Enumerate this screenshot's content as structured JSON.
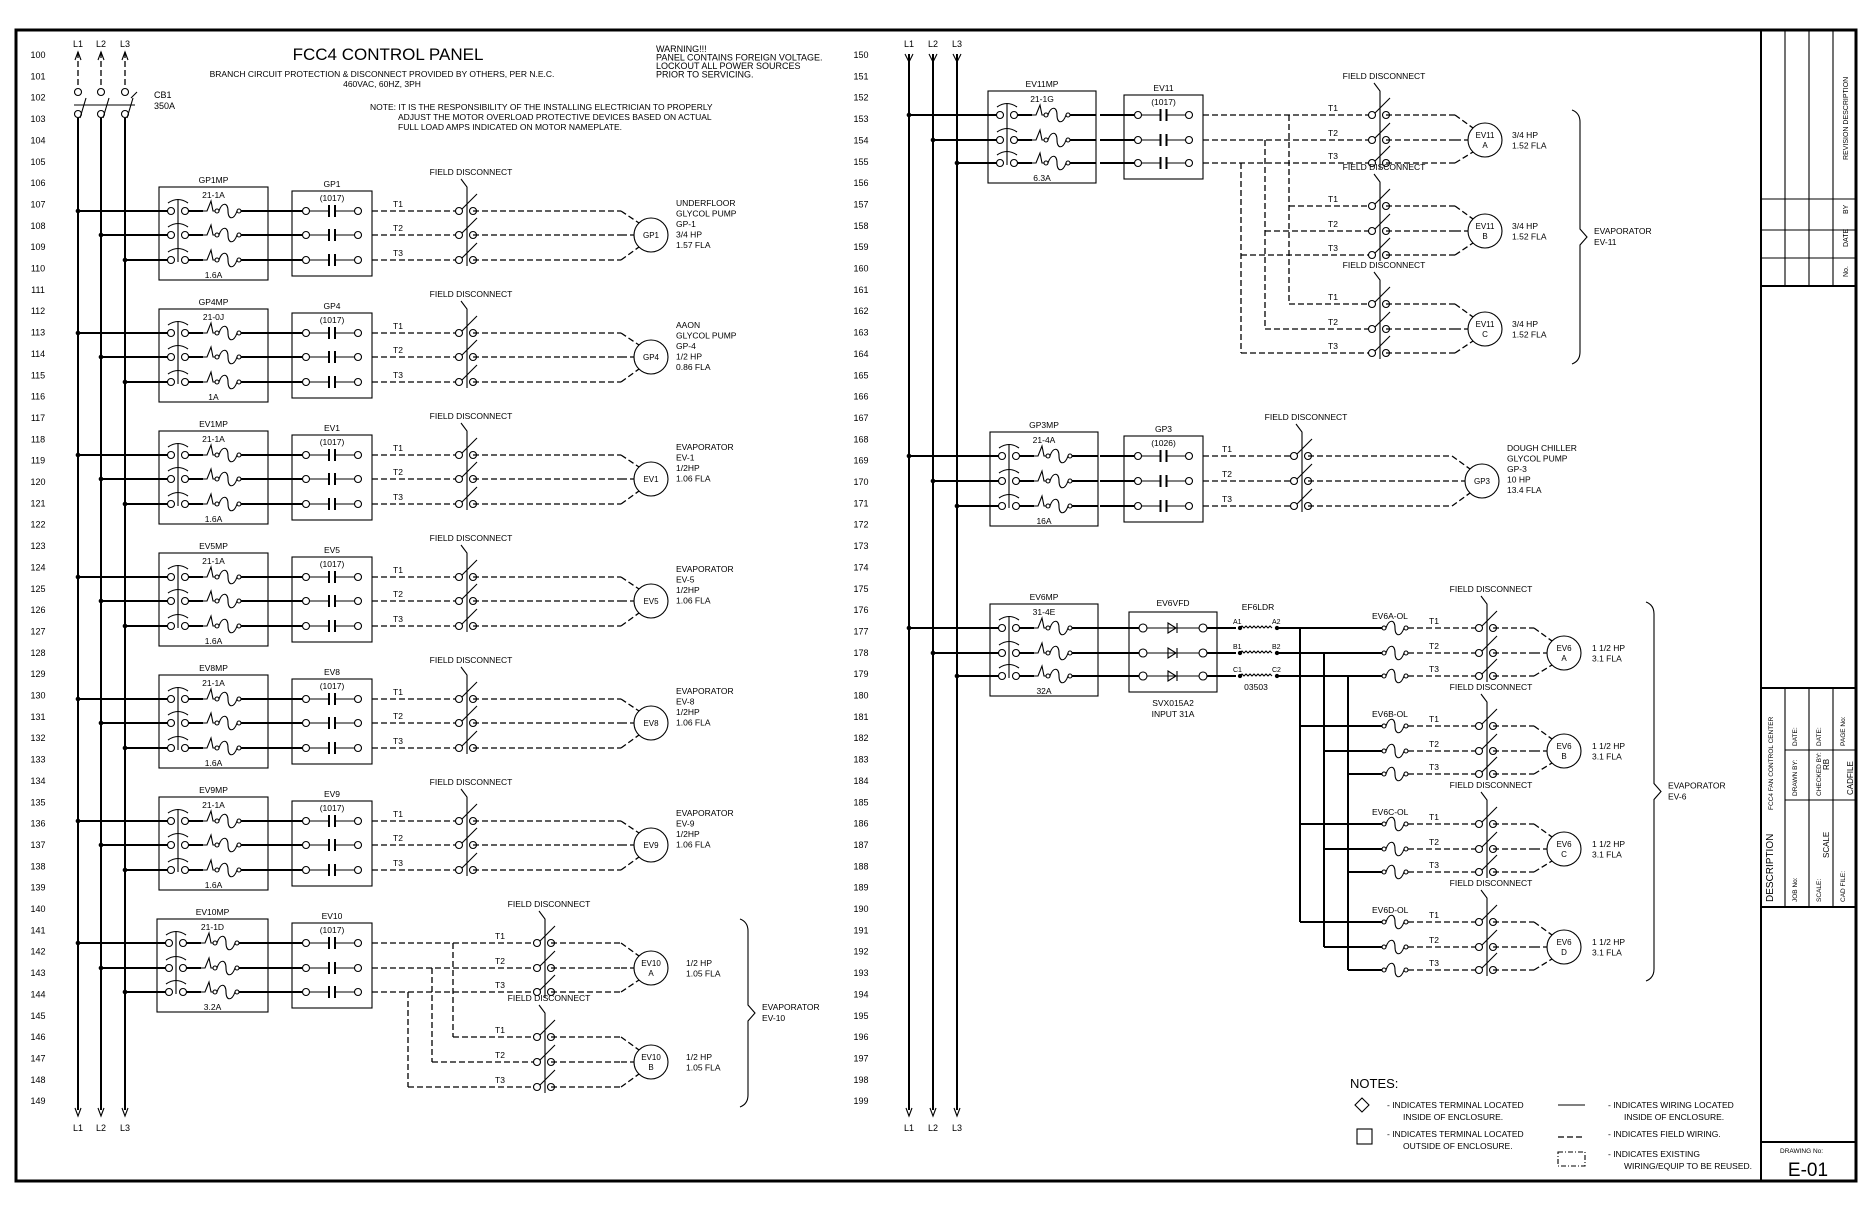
{
  "title": "FCC4 CONTROL PANEL",
  "subtitle": [
    "BRANCH CIRCUIT PROTECTION & DISCONNECT PROVIDED BY OTHERS, PER N.E.C.",
    "460VAC, 60HZ, 3PH"
  ],
  "warning": [
    "WARNING!!!",
    "PANEL CONTAINS FOREIGN VOLTAGE.",
    "LOCKOUT ALL POWER SOURCES",
    "PRIOR TO SERVICING."
  ],
  "note": [
    "NOTE: IT IS THE RESPONSIBILITY OF THE INSTALLING ELECTRICIAN TO PROPERLY",
    "ADJUST THE MOTOR OVERLOAD PROTECTIVE DEVICES BASED ON ACTUAL",
    "FULL LOAD AMPS INDICATED ON MOTOR NAMEPLATE."
  ],
  "rails": {
    "labels": [
      "L1",
      "L2",
      "L3"
    ],
    "breaker": {
      "id": "CB1",
      "rating": "350A"
    }
  },
  "rung_numbers": {
    "left_start": 100,
    "left_end": 149,
    "right_start": 150,
    "right_end": 199
  },
  "field_disconnect_label": "FIELD DISCONNECT",
  "terminal_labels": [
    "T1",
    "T2",
    "T3"
  ],
  "left_circuits": [
    {
      "mp": {
        "id": "GP1MP",
        "frame": "21-1A",
        "trip": "1.6A"
      },
      "contactor": {
        "id": "GP1",
        "size": "(1017)"
      },
      "motor": "GP1",
      "description": [
        "UNDERFLOOR",
        "GLYCOL PUMP",
        "GP-1",
        "3/4 HP",
        "1.57 FLA"
      ]
    },
    {
      "mp": {
        "id": "GP4MP",
        "frame": "21-0J",
        "trip": "1A"
      },
      "contactor": {
        "id": "GP4",
        "size": "(1017)"
      },
      "motor": "GP4",
      "description": [
        "AAON",
        "GLYCOL PUMP",
        "GP-4",
        "1/2 HP",
        "0.86 FLA"
      ]
    },
    {
      "mp": {
        "id": "EV1MP",
        "frame": "21-1A",
        "trip": "1.6A"
      },
      "contactor": {
        "id": "EV1",
        "size": "(1017)"
      },
      "motor": "EV1",
      "description": [
        "EVAPORATOR",
        "EV-1",
        "1/2HP",
        "1.06 FLA"
      ]
    },
    {
      "mp": {
        "id": "EV5MP",
        "frame": "21-1A",
        "trip": "1.6A"
      },
      "contactor": {
        "id": "EV5",
        "size": "(1017)"
      },
      "motor": "EV5",
      "description": [
        "EVAPORATOR",
        "EV-5",
        "1/2HP",
        "1.06 FLA"
      ]
    },
    {
      "mp": {
        "id": "EV8MP",
        "frame": "21-1A",
        "trip": "1.6A"
      },
      "contactor": {
        "id": "EV8",
        "size": "(1017)"
      },
      "motor": "EV8",
      "description": [
        "EVAPORATOR",
        "EV-8",
        "1/2HP",
        "1.06 FLA"
      ]
    },
    {
      "mp": {
        "id": "EV9MP",
        "frame": "21-1A",
        "trip": "1.6A"
      },
      "contactor": {
        "id": "EV9",
        "size": "(1017)"
      },
      "motor": "EV9",
      "description": [
        "EVAPORATOR",
        "EV-9",
        "1/2HP",
        "1.06 FLA"
      ]
    }
  ],
  "ev10": {
    "mp": {
      "id": "EV10MP",
      "frame": "21-1D",
      "trip": "3.2A"
    },
    "contactor": {
      "id": "EV10",
      "size": "(1017)"
    },
    "motors": [
      {
        "id": "EV10",
        "sub": "A",
        "specs": [
          "1/2  HP",
          "1.05  FLA"
        ]
      },
      {
        "id": "EV10",
        "sub": "B",
        "specs": [
          "1/2 HP",
          "1.05  FLA"
        ]
      }
    ],
    "group": [
      "EVAPORATOR",
      "EV-10"
    ]
  },
  "ev11": {
    "mp": {
      "id": "EV11MP",
      "frame": "21-1G",
      "trip": "6.3A"
    },
    "contactor": {
      "id": "EV11",
      "size": "(1017)"
    },
    "motors": [
      {
        "id": "EV11",
        "sub": "A",
        "specs": [
          "3/4 HP",
          "1.52 FLA"
        ]
      },
      {
        "id": "EV11",
        "sub": "B",
        "specs": [
          "3/4 HP",
          "1.52 FLA"
        ]
      },
      {
        "id": "EV11",
        "sub": "C",
        "specs": [
          "3/4 HP",
          "1.52 FLA"
        ]
      }
    ],
    "group": [
      "EVAPORATOR",
      "EV-11"
    ]
  },
  "gp3": {
    "mp": {
      "id": "GP3MP",
      "frame": "21-4A",
      "trip": "16A"
    },
    "contactor": {
      "id": "GP3",
      "size": "(1026)"
    },
    "motor": "GP3",
    "description": [
      "DOUGH CHILLER",
      "GLYCOL PUMP",
      "GP-3",
      "10 HP",
      "13.4 FLA"
    ]
  },
  "ev6": {
    "mp": {
      "id": "EV6MP",
      "frame": "31-4E",
      "trip": "32A"
    },
    "vfd": {
      "id": "EV6VFD",
      "model": "SVX015A2",
      "input": "INPUT 31A"
    },
    "reactor": {
      "id": "EF6LDR",
      "part": "03503",
      "terminals": [
        [
          "A1",
          "A2"
        ],
        [
          "B1",
          "B2"
        ],
        [
          "C1",
          "C2"
        ]
      ]
    },
    "motors": [
      {
        "ol": "EV6A-OL",
        "id": "EV6",
        "sub": "A",
        "specs": [
          "1 1/2 HP",
          "3.1 FLA"
        ]
      },
      {
        "ol": "EV6B-OL",
        "id": "EV6",
        "sub": "B",
        "specs": [
          "1 1/2 HP",
          "3.1 FLA"
        ]
      },
      {
        "ol": "EV6C-OL",
        "id": "EV6",
        "sub": "C",
        "specs": [
          "1 1/2 HP",
          "3.1 FLA"
        ]
      },
      {
        "ol": "EV6D-OL",
        "id": "EV6",
        "sub": "D",
        "specs": [
          "1 1/2 HP",
          "3.1 FLA"
        ]
      }
    ],
    "group": [
      "EVAPORATOR",
      "EV-6"
    ]
  },
  "legend": {
    "heading": "NOTES:",
    "items": [
      {
        "symbol": "diamond",
        "text": [
          "- INDICATES TERMINAL LOCATED",
          "INSIDE OF ENCLOSURE."
        ]
      },
      {
        "symbol": "square",
        "text": [
          "- INDICATES TERMINAL LOCATED",
          "OUTSIDE OF ENCLOSURE."
        ]
      },
      {
        "symbol": "solid-line",
        "text": [
          "- INDICATES WIRING LOCATED",
          "INSIDE OF ENCLOSURE."
        ]
      },
      {
        "symbol": "dashed-line",
        "text": [
          "- INDICATES FIELD WIRING."
        ]
      },
      {
        "symbol": "dash-dot-box",
        "text": [
          "- INDICATES EXISTING",
          "WIRING/EQUIP TO BE REUSED."
        ]
      }
    ]
  },
  "title_block": {
    "revision_headers": [
      "REVISION DESCRIPTION",
      "BY",
      "DATE",
      "No."
    ],
    "description_label": "DESCRIPTION",
    "description": "FCC4 FAN CONTROL CENTER",
    "job_no_label": "JOB No:",
    "drawn_by_label": "DRAWN BY:",
    "date_label": "DATE:",
    "scale_label": "SCALE:",
    "scale_value": "SCALE",
    "checked_by_label": "CHECKED BY:",
    "checked_by": "RB",
    "date_label_2": "DATE:",
    "cad_file_label": "CAD FILE:",
    "cad_file": "CADFILE",
    "page_no_label": "PAGE No:",
    "drawing_no_label": "DRAWING No:",
    "drawing_no": "E-01"
  }
}
